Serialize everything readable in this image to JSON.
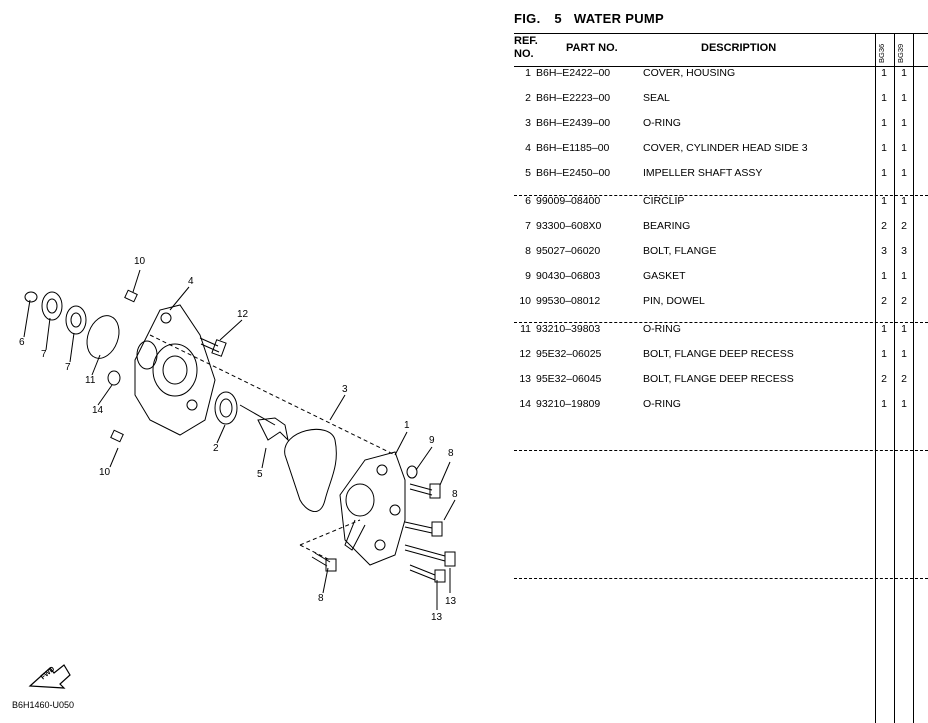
{
  "figure": {
    "fig_label": "FIG.",
    "fig_number": "5",
    "fig_title": "WATER PUMP"
  },
  "document_code": "B6H1460-U050",
  "fwd_label": "FWD",
  "table": {
    "headers": {
      "ref_line1": "REF.",
      "ref_line2": "NO.",
      "part_no": "PART NO.",
      "description": "DESCRIPTION",
      "model1": "BG36",
      "model2": "BG39"
    },
    "rows": [
      {
        "ref": "1",
        "part_no": "B6H–E2422–00",
        "description": "COVER, HOUSING",
        "q1": "1",
        "q2": "1"
      },
      {
        "ref": "2",
        "part_no": "B6H–E2223–00",
        "description": "SEAL",
        "q1": "1",
        "q2": "1"
      },
      {
        "ref": "3",
        "part_no": "B6H–E2439–00",
        "description": "O-RING",
        "q1": "1",
        "q2": "1"
      },
      {
        "ref": "4",
        "part_no": "B6H–E1185–00",
        "description": "COVER, CYLINDER HEAD SIDE 3",
        "q1": "1",
        "q2": "1"
      },
      {
        "ref": "5",
        "part_no": "B6H–E2450–00",
        "description": "IMPELLER SHAFT ASSY",
        "q1": "1",
        "q2": "1"
      },
      {
        "ref": "6",
        "part_no": "99009–08400",
        "description": "CIRCLIP",
        "q1": "1",
        "q2": "1"
      },
      {
        "ref": "7",
        "part_no": "93300–608X0",
        "description": "BEARING",
        "q1": "2",
        "q2": "2"
      },
      {
        "ref": "8",
        "part_no": "95027–06020",
        "description": "BOLT, FLANGE",
        "q1": "3",
        "q2": "3"
      },
      {
        "ref": "9",
        "part_no": "90430–06803",
        "description": "GASKET",
        "q1": "1",
        "q2": "1"
      },
      {
        "ref": "10",
        "part_no": "99530–08012",
        "description": "PIN, DOWEL",
        "q1": "2",
        "q2": "2"
      },
      {
        "ref": "11",
        "part_no": "93210–39803",
        "description": "O-RING",
        "q1": "1",
        "q2": "1"
      },
      {
        "ref": "12",
        "part_no": "95E32–06025",
        "description": "BOLT, FLANGE DEEP RECESS",
        "q1": "1",
        "q2": "1"
      },
      {
        "ref": "13",
        "part_no": "95E32–06045",
        "description": "BOLT, FLANGE DEEP RECESS",
        "q1": "2",
        "q2": "2"
      },
      {
        "ref": "14",
        "part_no": "93210–19809",
        "description": "O-RING",
        "q1": "1",
        "q2": "1"
      }
    ]
  },
  "callouts": {
    "c10a": "10",
    "c4": "4",
    "c12": "12",
    "c6": "6",
    "c7a": "7",
    "c7b": "7",
    "c11": "11",
    "c14": "14",
    "c3": "3",
    "c2": "2",
    "c5": "5",
    "c10b": "10",
    "c1": "1",
    "c9": "9",
    "c8a": "8",
    "c8b": "8",
    "c8c": "8",
    "c13a": "13",
    "c13b": "13"
  }
}
